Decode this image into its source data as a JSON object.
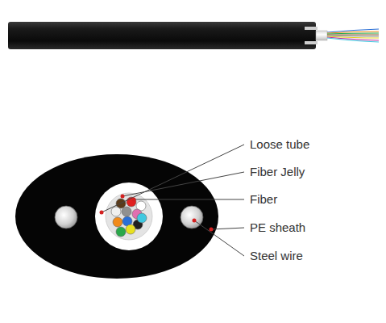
{
  "diagram": {
    "labels": [
      "Loose tube",
      "Fiber Jelly",
      "Fiber",
      "PE sheath",
      "Steel wire"
    ]
  }
}
